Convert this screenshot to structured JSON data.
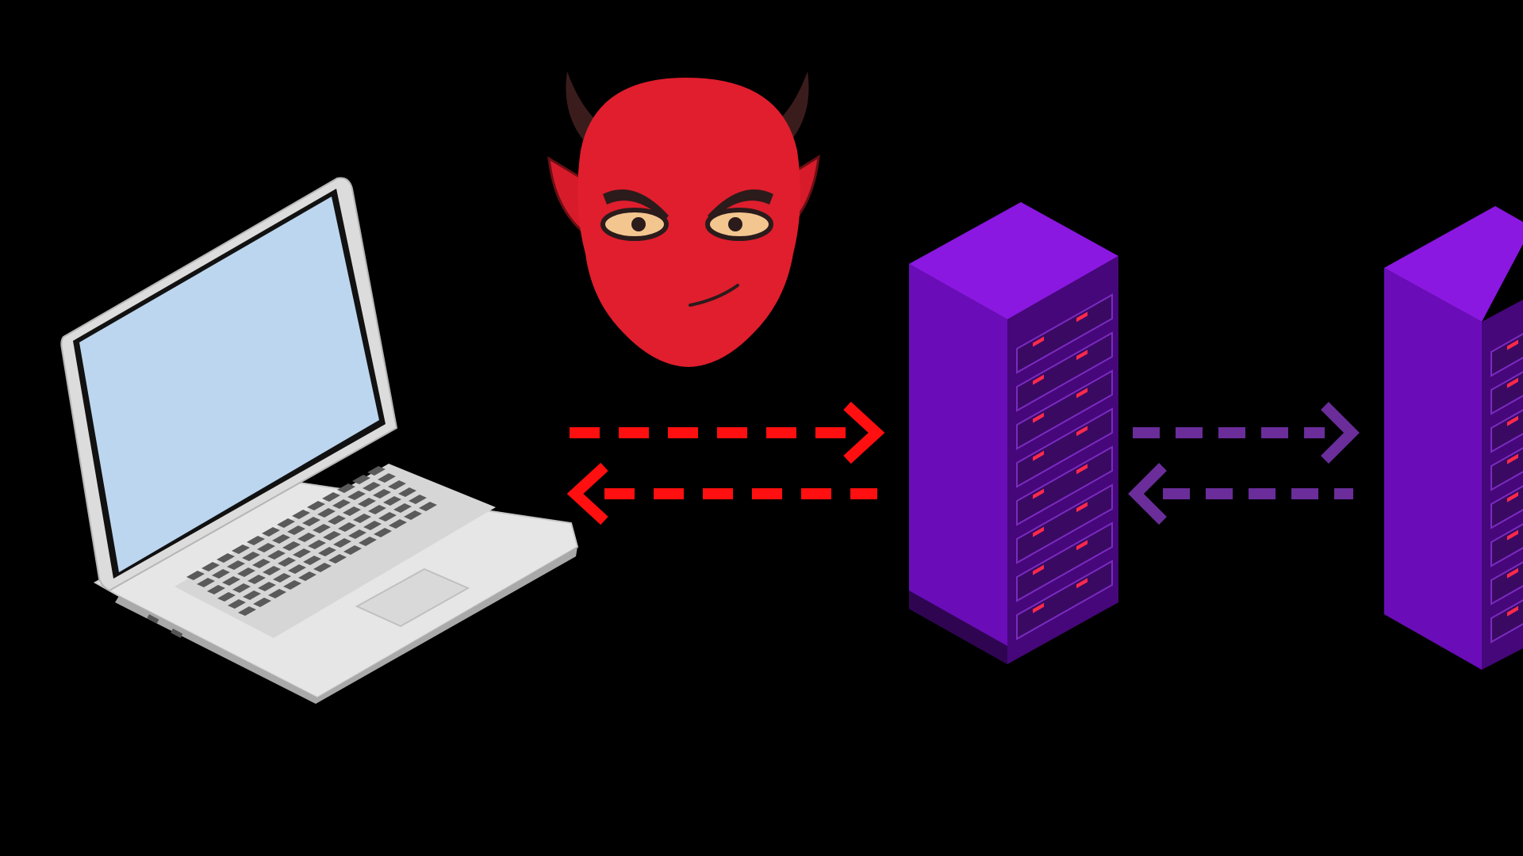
{
  "scene": {
    "background": "#000000",
    "nodes": [
      {
        "id": "client",
        "icon": "laptop-icon",
        "role": "client device"
      },
      {
        "id": "attacker",
        "icon": "devil-face-icon",
        "role": "attacker"
      },
      {
        "id": "server-1",
        "icon": "server-rack-icon",
        "role": "server"
      },
      {
        "id": "server-2",
        "icon": "server-rack-icon",
        "role": "server"
      }
    ],
    "links": [
      {
        "from": "client",
        "to": "server-1",
        "direction": "right",
        "style": "dashed",
        "color": "#ff0f0f"
      },
      {
        "from": "server-1",
        "to": "client",
        "direction": "left",
        "style": "dashed",
        "color": "#ff0f0f"
      },
      {
        "from": "server-1",
        "to": "server-2",
        "direction": "right",
        "style": "dashed",
        "color": "#6a2d9a"
      },
      {
        "from": "server-2",
        "to": "server-1",
        "direction": "left",
        "style": "dashed",
        "color": "#6a2d9a"
      }
    ]
  },
  "colors": {
    "devil_red": "#e01e2d",
    "devil_horn": "#3b1c1c",
    "server_purple": "#7a0fd0",
    "server_dark": "#3c0660",
    "laptop_screen": "#bcd6ef",
    "laptop_body": "#e3e3e3"
  }
}
